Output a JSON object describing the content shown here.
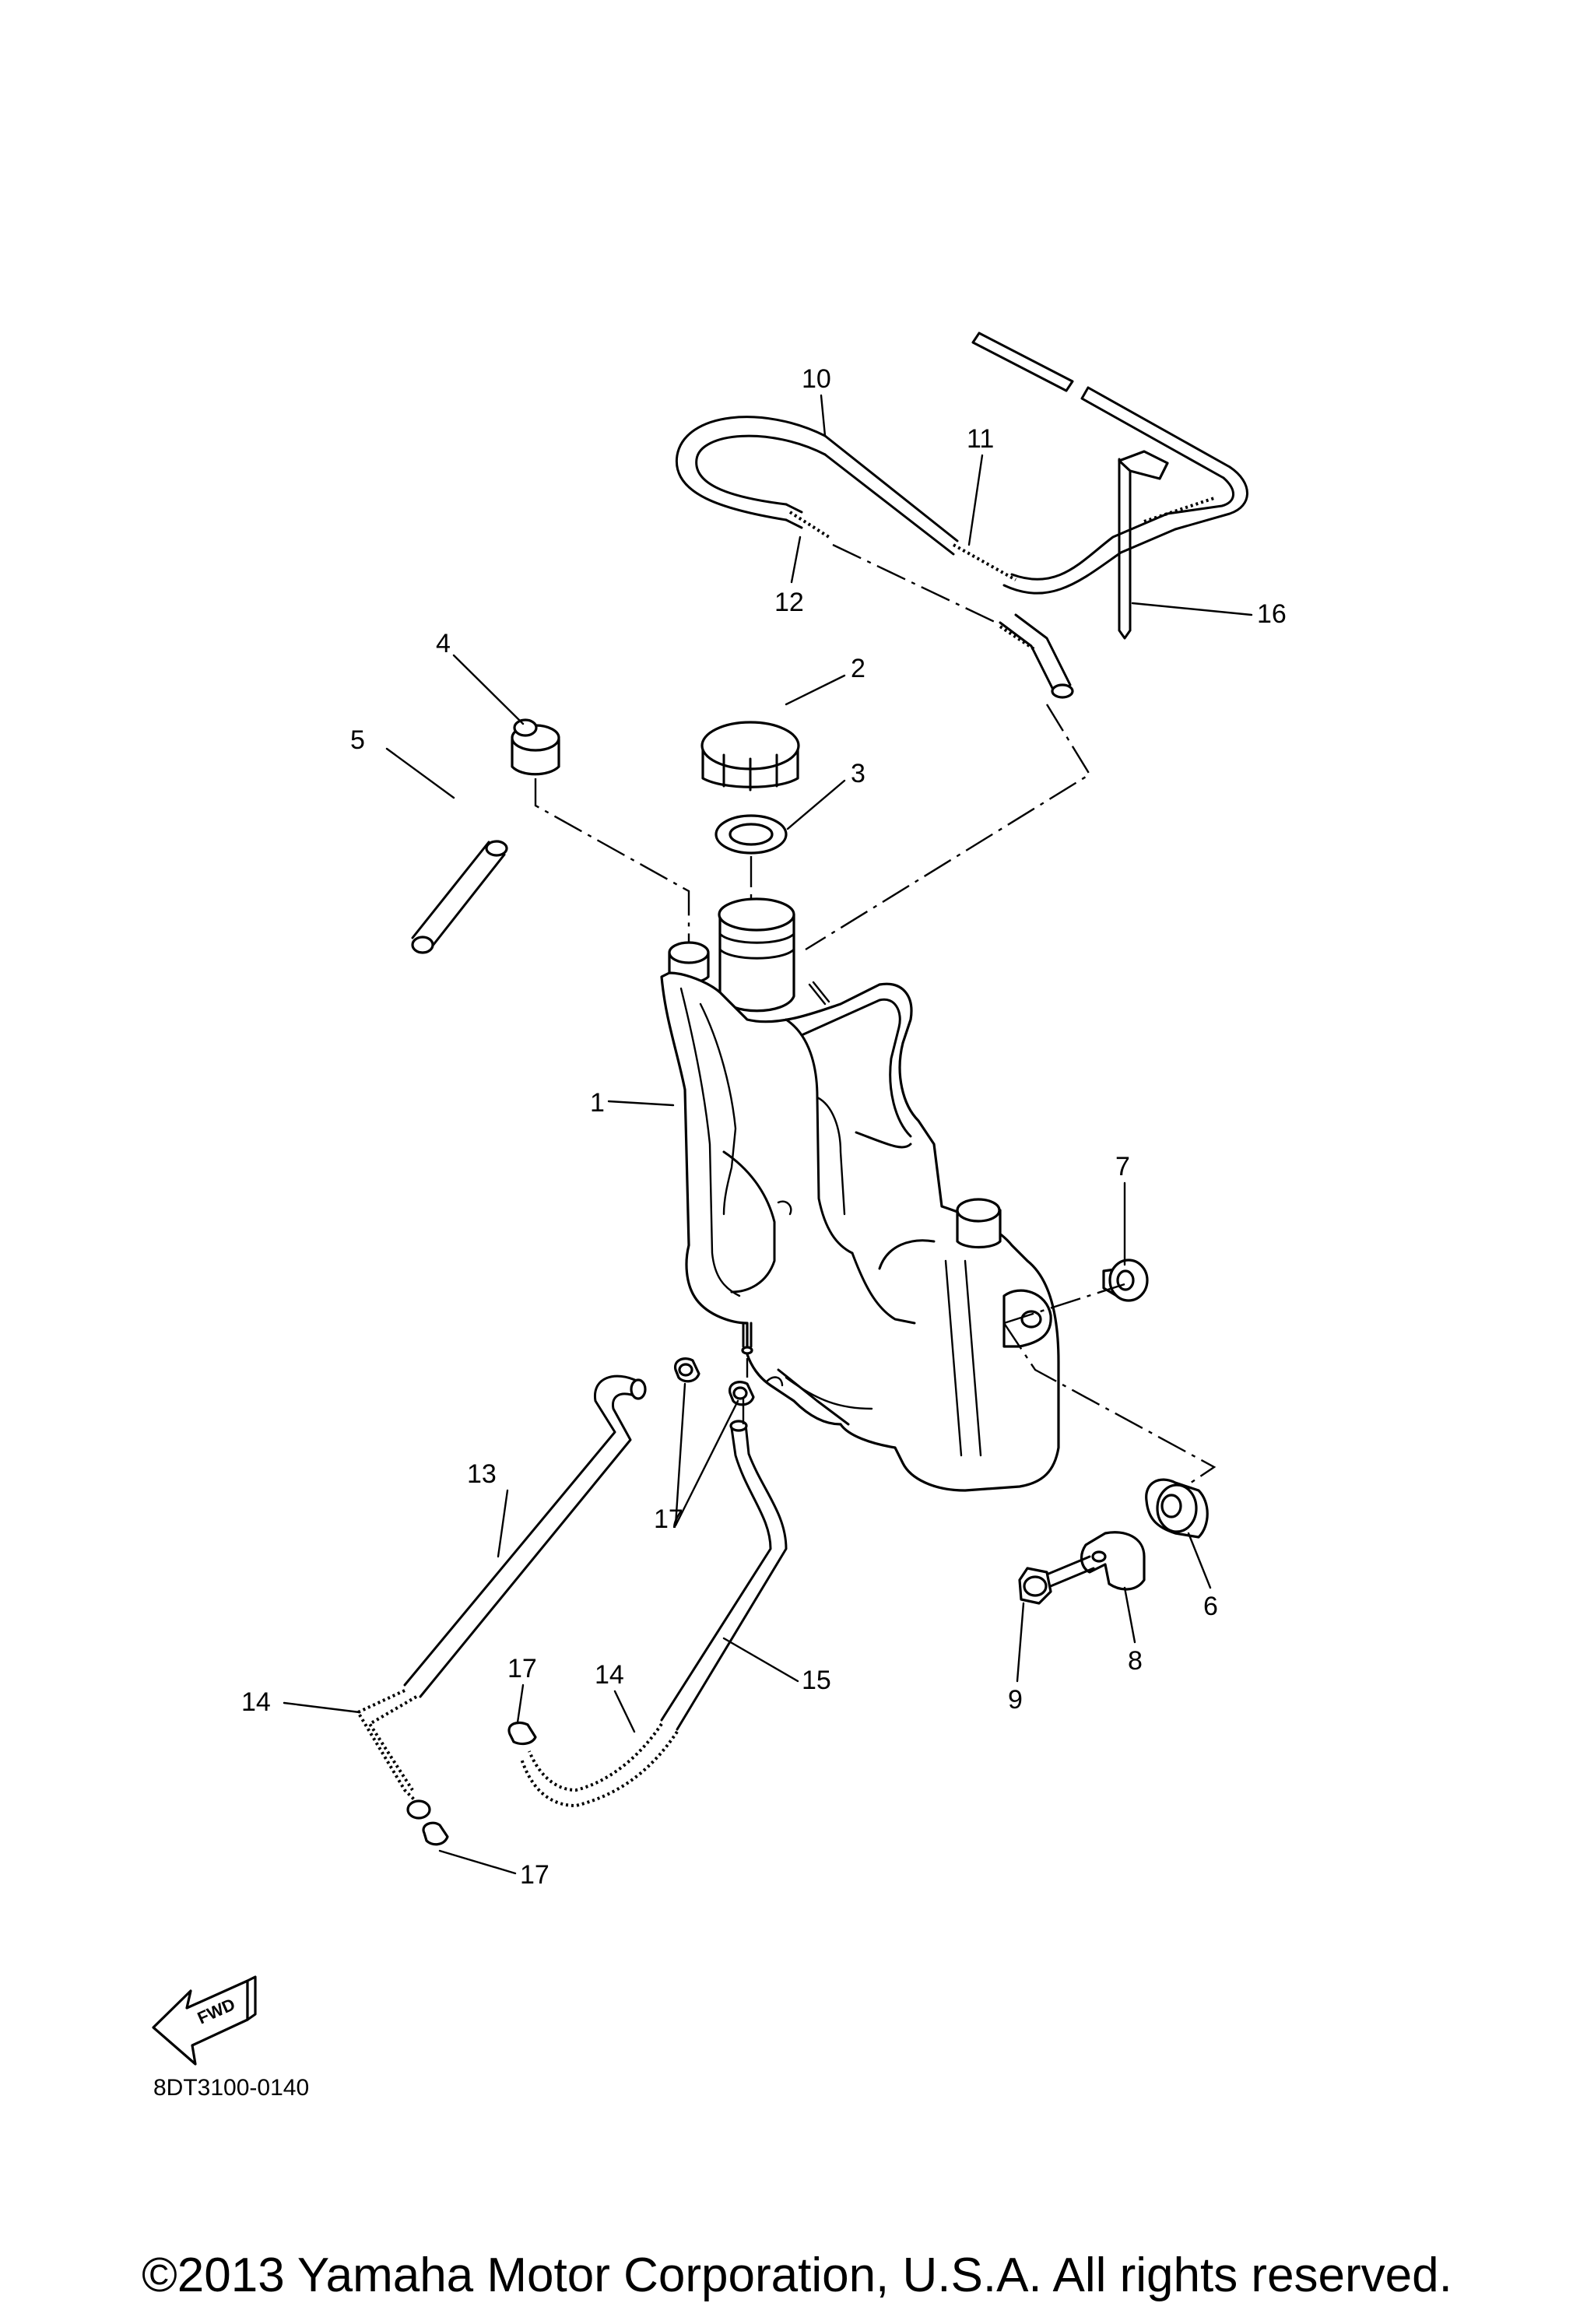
{
  "callouts": [
    {
      "id": "c1",
      "text": "1"
    },
    {
      "id": "c2",
      "text": "2"
    },
    {
      "id": "c3",
      "text": "3"
    },
    {
      "id": "c4",
      "text": "4"
    },
    {
      "id": "c5",
      "text": "5"
    },
    {
      "id": "c6",
      "text": "6"
    },
    {
      "id": "c7",
      "text": "7"
    },
    {
      "id": "c8",
      "text": "8"
    },
    {
      "id": "c9",
      "text": "9"
    },
    {
      "id": "c10",
      "text": "10"
    },
    {
      "id": "c11",
      "text": "11"
    },
    {
      "id": "c12",
      "text": "12"
    },
    {
      "id": "c13",
      "text": "13"
    },
    {
      "id": "c14a",
      "text": "14"
    },
    {
      "id": "c14b",
      "text": "14"
    },
    {
      "id": "c15",
      "text": "15"
    },
    {
      "id": "c16",
      "text": "16"
    },
    {
      "id": "c17a",
      "text": "17"
    },
    {
      "id": "c17b",
      "text": "17"
    },
    {
      "id": "c17c",
      "text": "17"
    }
  ],
  "fwd_label": "FWD",
  "diagram_code": "8DT3100-0140",
  "copyright": "©2013 Yamaha Motor Corporation, U.S.A. All rights reserved."
}
